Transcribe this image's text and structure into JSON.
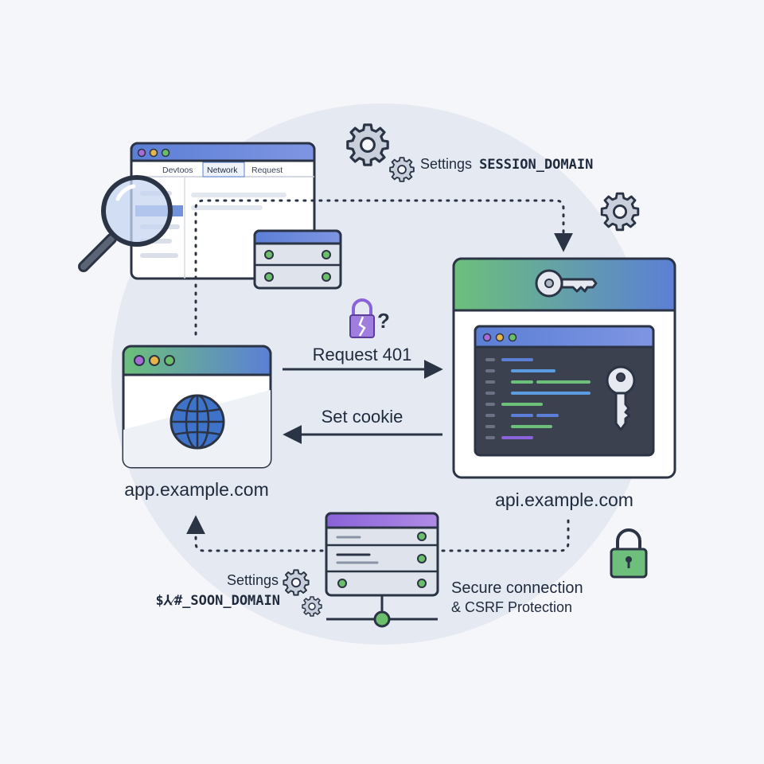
{
  "devtools": {
    "tabs": [
      "Devtoos",
      "Network",
      "Request"
    ],
    "active_tab": "Network"
  },
  "settings_top": {
    "prefix": "Settings",
    "value": "SESSION_DOMAIN"
  },
  "settings_bottom": {
    "prefix": "Settings",
    "value": "$⅄⁄#_SOON_DOMAIN"
  },
  "arrows": {
    "request": "Request 401",
    "response": "Set cookie"
  },
  "hosts": {
    "client": "app.example.com",
    "server": "api.example.com"
  },
  "security": {
    "line1": "Secure connection",
    "line2": "& CSRF Protection"
  },
  "colors": {
    "outline": "#2b3445",
    "accent_blue": "#5b7fd6",
    "accent_green": "#6cc07a",
    "accent_purple": "#8a62d9",
    "traffic_red": "#a86ad6",
    "traffic_yellow": "#e8b54a",
    "traffic_green": "#6cbf6a",
    "globe_blue": "#3f72c9",
    "code_bg": "#3c4150",
    "lock_green": "#6fbf7c"
  },
  "icons": [
    "magnifier-icon",
    "gear-icon",
    "key-icon",
    "broken-lock-icon",
    "globe-icon",
    "lock-icon",
    "server-icon"
  ]
}
